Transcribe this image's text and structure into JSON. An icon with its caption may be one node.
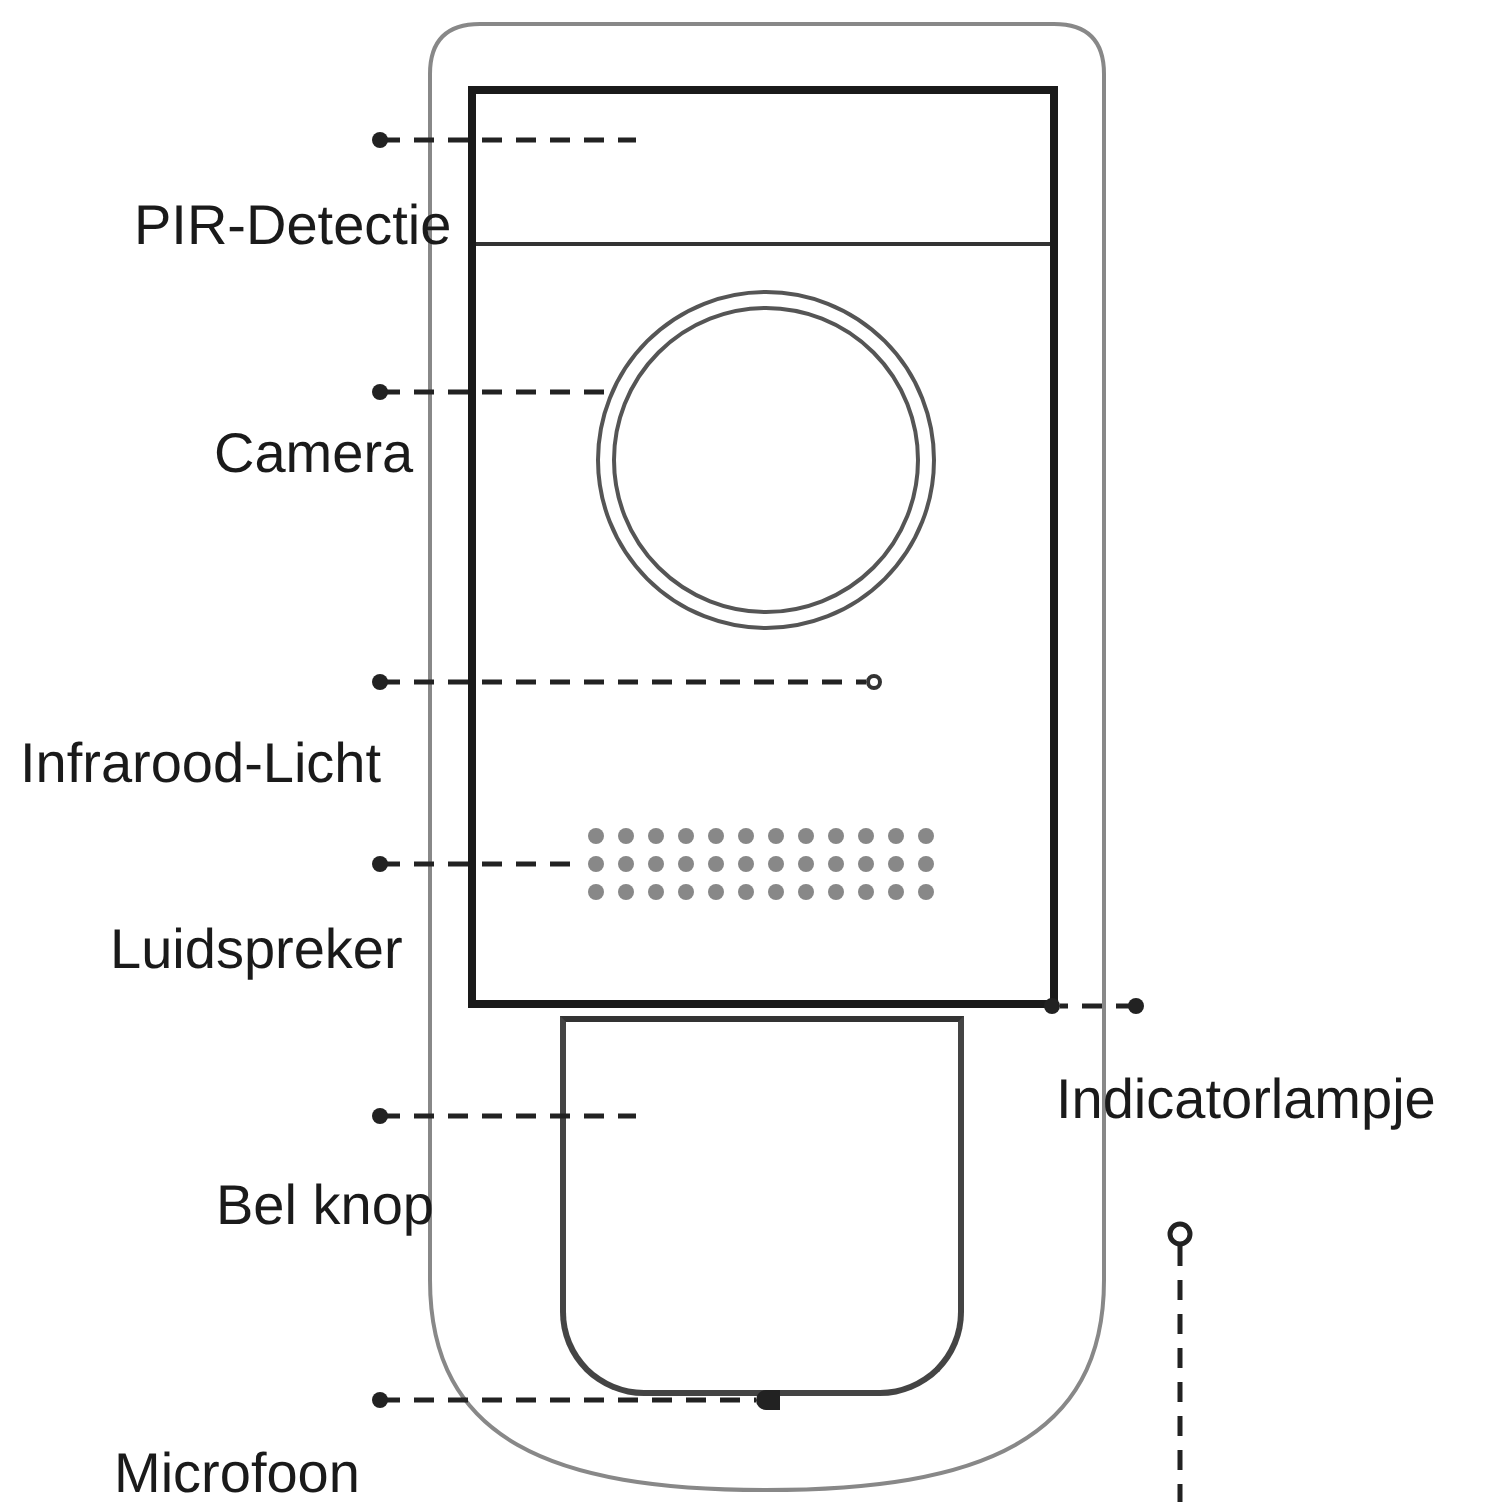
{
  "diagram": {
    "nodes": [
      {
        "text": [
          "PIR-Detectie"
        ]
      },
      {
        "text": [
          "Camera"
        ]
      },
      {
        "text": [
          "Infrarood-Licht"
        ]
      },
      {
        "text": [
          "Luidspreker"
        ]
      },
      {
        "text": [
          "Indicatorlampje"
        ]
      },
      {
        "text": [
          "Bel knop"
        ]
      },
      {
        "text": [
          "Microfoon"
        ]
      },
      {
        "text": [],
        "shape": "box"
      },
      {
        "text": [],
        "shape": "circle"
      },
      {
        "text": [],
        "shape": "circle"
      },
      {
        "text": [],
        "shape": "grid"
      },
      {
        "text": [],
        "shape": "circle"
      },
      {
        "text": [],
        "shape": "box"
      },
      {
        "text": [],
        "shape": "box"
      }
    ],
    "edges": [
      {
        "from": 0,
        "to": 7,
        "arrow": "other",
        "style": "dashed"
      },
      {
        "from": 1,
        "to": 8,
        "arrow": "other",
        "style": "dashed"
      },
      {
        "from": 2,
        "to": 9,
        "arrow": "other",
        "style": "dashed"
      },
      {
        "from": 3,
        "to": 10,
        "arrow": "other",
        "style": "dashed"
      },
      {
        "from": 4,
        "to": 11,
        "arrow": "other",
        "style": "dashed"
      },
      {
        "from": 5,
        "to": 12,
        "arrow": "other",
        "style": "dashed"
      },
      {
        "from": 6,
        "to": 13,
        "arrow": "other",
        "style": "dashed"
      }
    ]
  }
}
